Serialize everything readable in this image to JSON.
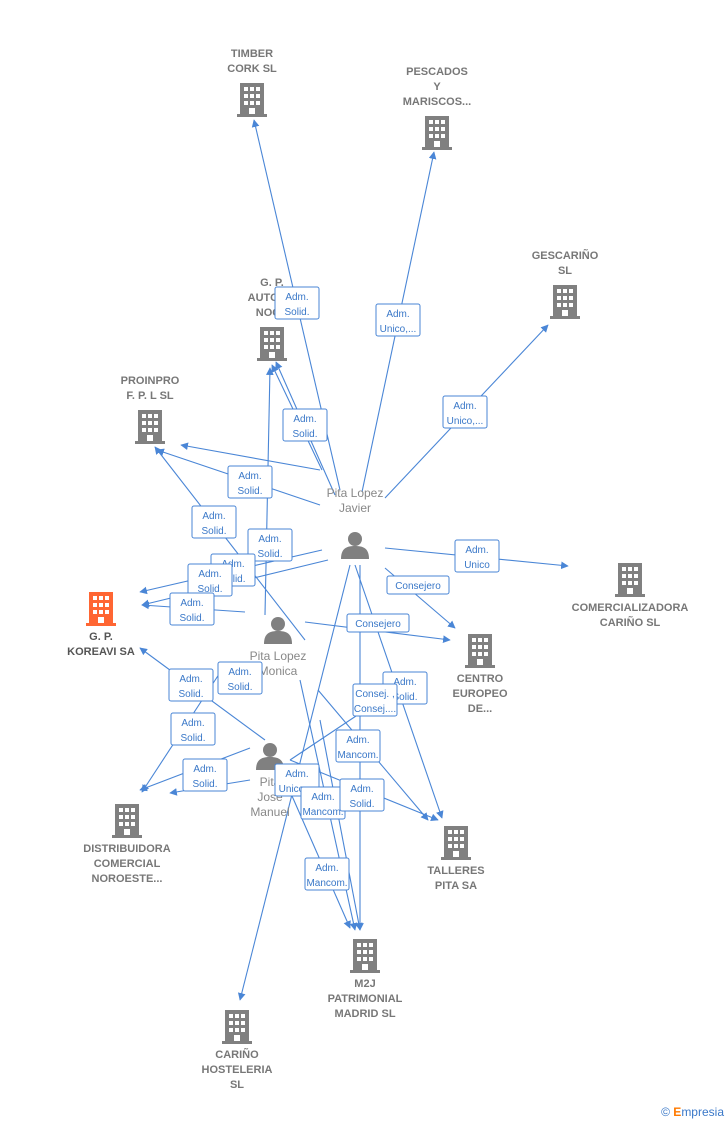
{
  "colors": {
    "edge": "#4a86d6",
    "company": "#808080",
    "highlight": "#ff6633",
    "person": "#808080"
  },
  "companies": [
    {
      "id": "timber",
      "lines": [
        "TIMBER",
        "CORK SL"
      ],
      "icon": "building-icon"
    },
    {
      "id": "pescados",
      "lines": [
        "PESCADOS",
        "Y",
        "MARISCOS..."
      ],
      "icon": "building-icon"
    },
    {
      "id": "gescarino",
      "lines": [
        "GESCARIÑO",
        "SL"
      ],
      "icon": "building-icon"
    },
    {
      "id": "gp_auto",
      "lines": [
        "G.  P.",
        "AUTOMO",
        "NOCH"
      ],
      "icon": "building-icon"
    },
    {
      "id": "proinpro",
      "lines": [
        "PROINPRO",
        "F.  P. L SL"
      ],
      "icon": "building-icon"
    },
    {
      "id": "koreavi",
      "lines": [
        "G.  P.",
        "KOREAVI SA"
      ],
      "icon": "building-icon",
      "highlight": true
    },
    {
      "id": "comercializadora",
      "lines": [
        "COMERCIALIZADORA",
        "CARIÑO  SL"
      ],
      "icon": "building-icon"
    },
    {
      "id": "centro",
      "lines": [
        "CENTRO",
        "EUROPEO",
        "DE..."
      ],
      "icon": "building-icon"
    },
    {
      "id": "distribuidora",
      "lines": [
        "DISTRIBUIDORA",
        "COMERCIAL",
        "NOROESTE..."
      ],
      "icon": "building-icon"
    },
    {
      "id": "talleres",
      "lines": [
        "TALLERES",
        "PITA SA"
      ],
      "icon": "building-icon"
    },
    {
      "id": "m2j",
      "lines": [
        "M2J",
        "PATRIMONIAL",
        "MADRID  SL"
      ],
      "icon": "building-icon"
    },
    {
      "id": "carino_host",
      "lines": [
        "CARIÑO",
        "HOSTELERIA",
        "SL"
      ],
      "icon": "building-icon"
    }
  ],
  "persons": [
    {
      "id": "javier",
      "lines": [
        "Pita Lopez",
        "Javier"
      ],
      "icon": "person-icon"
    },
    {
      "id": "monica",
      "lines": [
        "Pita Lopez",
        "Monica"
      ],
      "icon": "person-icon"
    },
    {
      "id": "jose",
      "lines": [
        "Pita",
        "Jose",
        "Manuel"
      ],
      "icon": "person-icon"
    }
  ],
  "relations": [
    {
      "id": "r1",
      "lines": [
        "Adm.",
        "Solid."
      ]
    },
    {
      "id": "r2",
      "lines": [
        "Adm.",
        "Unico,..."
      ]
    },
    {
      "id": "r3",
      "lines": [
        "Adm.",
        "Unico,..."
      ]
    },
    {
      "id": "r4",
      "lines": [
        "Adm.",
        "Solid."
      ]
    },
    {
      "id": "r5",
      "lines": [
        "Adm.",
        "Solid."
      ]
    },
    {
      "id": "r6",
      "lines": [
        "Adm.",
        "Solid."
      ]
    },
    {
      "id": "r7",
      "lines": [
        "Adm.",
        "Solid."
      ]
    },
    {
      "id": "r8",
      "lines": [
        "Adm.",
        "Solid."
      ]
    },
    {
      "id": "r9",
      "lines": [
        "Adm.",
        "Solid."
      ]
    },
    {
      "id": "r10",
      "lines": [
        "Adm.",
        "Solid."
      ]
    },
    {
      "id": "r11",
      "lines": [
        "Adm.",
        "Unico"
      ]
    },
    {
      "id": "r12",
      "lines": [
        "Consejero"
      ]
    },
    {
      "id": "r13",
      "lines": [
        "Consejero"
      ]
    },
    {
      "id": "r14",
      "lines": [
        "Adm.",
        "Solid."
      ]
    },
    {
      "id": "r15",
      "lines": [
        "Adm.",
        "Solid."
      ]
    },
    {
      "id": "r16",
      "lines": [
        "Consej. ,",
        "Consej...."
      ]
    },
    {
      "id": "r17",
      "lines": [
        "Adm.",
        "Solid."
      ]
    },
    {
      "id": "r18",
      "lines": [
        "Adm.",
        "Mancom."
      ]
    },
    {
      "id": "r19",
      "lines": [
        "Adm.",
        "Solid."
      ]
    },
    {
      "id": "r20",
      "lines": [
        "Adm.",
        "Solid."
      ]
    },
    {
      "id": "r21",
      "lines": [
        "Adm.",
        "Unico,..."
      ]
    },
    {
      "id": "r22",
      "lines": [
        "Adm.",
        "Mancom."
      ]
    },
    {
      "id": "r23",
      "lines": [
        "Adm.",
        "Mancom."
      ]
    },
    {
      "id": "r24",
      "lines": [
        "Adm.",
        "Solid."
      ]
    }
  ],
  "footer": {
    "copyright": "©",
    "brand_initial": "E",
    "brand_rest": "mpresia"
  }
}
